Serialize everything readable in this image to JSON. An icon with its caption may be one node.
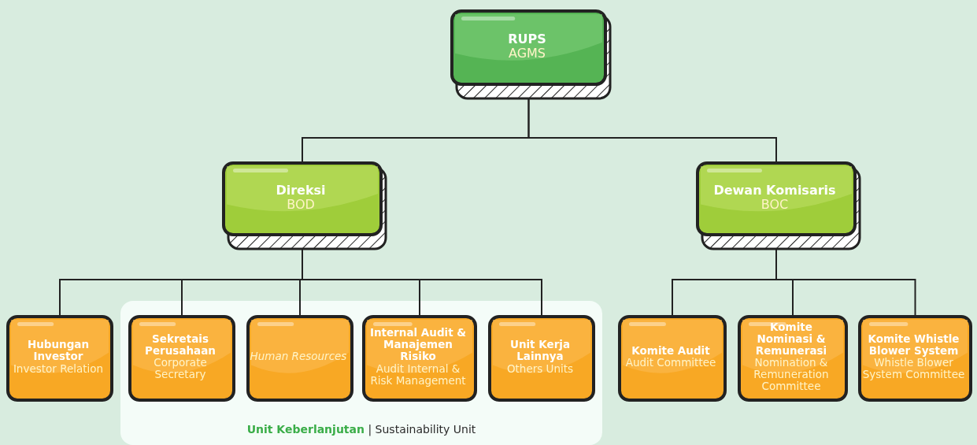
{
  "diagram": {
    "nodes": [
      {
        "text": [
          "RUPS",
          "AGMS"
        ]
      },
      {
        "text": [
          "Direksi",
          "BOD"
        ]
      },
      {
        "text": [
          "Dewan Komisaris",
          "BOC"
        ]
      },
      {
        "text": [
          "Hubungan Investor",
          "Investor Relation"
        ]
      },
      {
        "text": [
          "**Unit Keberlanjutan** | Sustainability Unit"
        ]
      },
      {
        "text": [
          "Sekretais Perusahaan",
          "Corporate Secretary"
        ],
        "in": 4
      },
      {
        "text": [
          "Human Resources"
        ],
        "in": 4
      },
      {
        "text": [
          "Internal Audit & Manajemen Risiko",
          "Audit Internal & Risk Management"
        ],
        "in": 4
      },
      {
        "text": [
          "Unit Kerja Lainnya",
          "Others Units"
        ],
        "in": 4
      },
      {
        "text": [
          "Komite Audit",
          "Audit Committee"
        ]
      },
      {
        "text": [
          "Komite Nominasi & Remunerasi",
          "Nomination & Remuneration Committee"
        ]
      },
      {
        "text": [
          "Komite Whistle Blower System",
          "Whistle Blower System Committee"
        ]
      }
    ],
    "edges": [
      {
        "from": 0,
        "to": 1,
        "arrow": "none"
      },
      {
        "from": 0,
        "to": 2,
        "arrow": "none"
      },
      {
        "from": 1,
        "to": 3,
        "arrow": "none"
      },
      {
        "from": 1,
        "to": 5,
        "arrow": "none"
      },
      {
        "from": 1,
        "to": 6,
        "arrow": "none"
      },
      {
        "from": 1,
        "to": 7,
        "arrow": "none"
      },
      {
        "from": 1,
        "to": 8,
        "arrow": "none"
      },
      {
        "from": 2,
        "to": 9,
        "arrow": "none"
      },
      {
        "from": 2,
        "to": 10,
        "arrow": "none"
      },
      {
        "from": 2,
        "to": 11,
        "arrow": "none"
      }
    ]
  }
}
